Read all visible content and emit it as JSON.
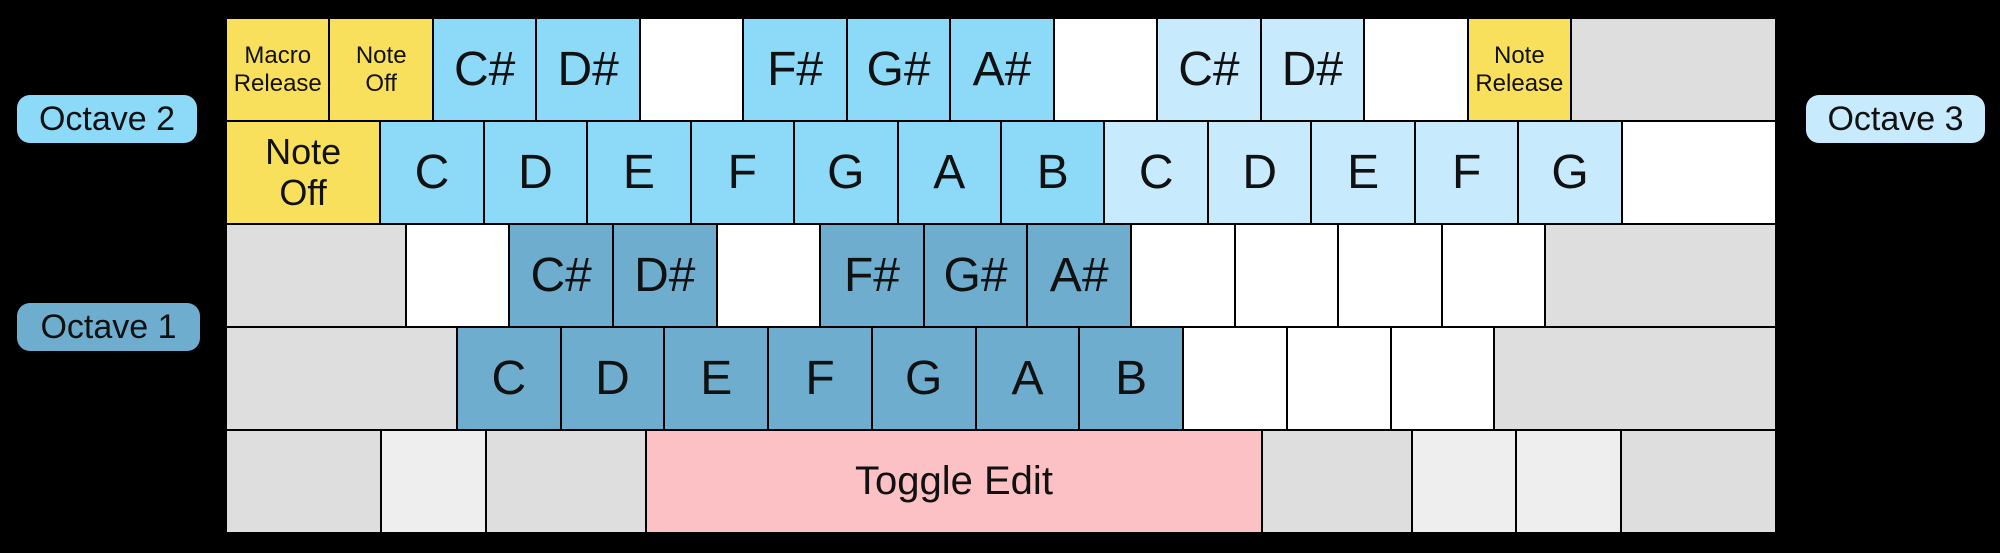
{
  "colors": {
    "background": "#000000",
    "yellow": "#f8e05c",
    "octave1": "#6fadce",
    "octave2": "#8cd9f8",
    "octave3": "#c7eafc",
    "gray": "#dedede",
    "gray_light": "#eeeeee",
    "pink": "#fcc1c4",
    "white": "#ffffff",
    "key_border": "#000000",
    "text": "#111111"
  },
  "octave_labels": {
    "octave2": {
      "text": "Octave 2",
      "color": "octave2",
      "side": "left"
    },
    "octave1": {
      "text": "Octave 1",
      "color": "octave1",
      "side": "left"
    },
    "octave3": {
      "text": "Octave 3",
      "color": "octave3",
      "side": "right"
    }
  },
  "keyboard": {
    "rows": [
      {
        "keys": [
          {
            "label": "Macro\nRelease",
            "color": "yellow",
            "units": 1,
            "size": "small"
          },
          {
            "label": "Note\nOff",
            "color": "yellow",
            "units": 1,
            "size": "small"
          },
          {
            "label": "C#",
            "color": "octave2",
            "units": 1,
            "size": "large"
          },
          {
            "label": "D#",
            "color": "octave2",
            "units": 1,
            "size": "large"
          },
          {
            "label": "",
            "color": "white",
            "units": 1,
            "size": "large"
          },
          {
            "label": "F#",
            "color": "octave2",
            "units": 1,
            "size": "large"
          },
          {
            "label": "G#",
            "color": "octave2",
            "units": 1,
            "size": "large"
          },
          {
            "label": "A#",
            "color": "octave2",
            "units": 1,
            "size": "large"
          },
          {
            "label": "",
            "color": "white",
            "units": 1,
            "size": "large"
          },
          {
            "label": "C#",
            "color": "octave3",
            "units": 1,
            "size": "large"
          },
          {
            "label": "D#",
            "color": "octave3",
            "units": 1,
            "size": "large"
          },
          {
            "label": "",
            "color": "white",
            "units": 1,
            "size": "large"
          },
          {
            "label": "Note\nRelease",
            "color": "yellow",
            "units": 1,
            "size": "small"
          },
          {
            "label": "",
            "color": "gray",
            "units": 2,
            "size": "large"
          }
        ]
      },
      {
        "keys": [
          {
            "label": "Note\nOff",
            "color": "yellow",
            "units": 1.5,
            "size": "medium"
          },
          {
            "label": "C",
            "color": "octave2",
            "units": 1,
            "size": "large"
          },
          {
            "label": "D",
            "color": "octave2",
            "units": 1,
            "size": "large"
          },
          {
            "label": "E",
            "color": "octave2",
            "units": 1,
            "size": "large"
          },
          {
            "label": "F",
            "color": "octave2",
            "units": 1,
            "size": "large"
          },
          {
            "label": "G",
            "color": "octave2",
            "units": 1,
            "size": "large"
          },
          {
            "label": "A",
            "color": "octave2",
            "units": 1,
            "size": "large"
          },
          {
            "label": "B",
            "color": "octave2",
            "units": 1,
            "size": "large"
          },
          {
            "label": "C",
            "color": "octave3",
            "units": 1,
            "size": "large"
          },
          {
            "label": "D",
            "color": "octave3",
            "units": 1,
            "size": "large"
          },
          {
            "label": "E",
            "color": "octave3",
            "units": 1,
            "size": "large"
          },
          {
            "label": "F",
            "color": "octave3",
            "units": 1,
            "size": "large"
          },
          {
            "label": "G",
            "color": "octave3",
            "units": 1,
            "size": "large"
          },
          {
            "label": "",
            "color": "white",
            "units": 1.5,
            "size": "large"
          }
        ]
      },
      {
        "keys": [
          {
            "label": "",
            "color": "gray",
            "units": 1.75,
            "size": "large"
          },
          {
            "label": "",
            "color": "white",
            "units": 1,
            "size": "large"
          },
          {
            "label": "C#",
            "color": "octave1",
            "units": 1,
            "size": "large"
          },
          {
            "label": "D#",
            "color": "octave1",
            "units": 1,
            "size": "large"
          },
          {
            "label": "",
            "color": "white",
            "units": 1,
            "size": "large"
          },
          {
            "label": "F#",
            "color": "octave1",
            "units": 1,
            "size": "large"
          },
          {
            "label": "G#",
            "color": "octave1",
            "units": 1,
            "size": "large"
          },
          {
            "label": "A#",
            "color": "octave1",
            "units": 1,
            "size": "large"
          },
          {
            "label": "",
            "color": "white",
            "units": 1,
            "size": "large"
          },
          {
            "label": "",
            "color": "white",
            "units": 1,
            "size": "large"
          },
          {
            "label": "",
            "color": "white",
            "units": 1,
            "size": "large"
          },
          {
            "label": "",
            "color": "white",
            "units": 1,
            "size": "large"
          },
          {
            "label": "",
            "color": "gray",
            "units": 2.25,
            "size": "large"
          }
        ]
      },
      {
        "keys": [
          {
            "label": "",
            "color": "gray",
            "units": 2.25,
            "size": "large"
          },
          {
            "label": "C",
            "color": "octave1",
            "units": 1,
            "size": "large"
          },
          {
            "label": "D",
            "color": "octave1",
            "units": 1,
            "size": "large"
          },
          {
            "label": "E",
            "color": "octave1",
            "units": 1,
            "size": "large"
          },
          {
            "label": "F",
            "color": "octave1",
            "units": 1,
            "size": "large"
          },
          {
            "label": "G",
            "color": "octave1",
            "units": 1,
            "size": "large"
          },
          {
            "label": "A",
            "color": "octave1",
            "units": 1,
            "size": "large"
          },
          {
            "label": "B",
            "color": "octave1",
            "units": 1,
            "size": "large"
          },
          {
            "label": "",
            "color": "white",
            "units": 1,
            "size": "large"
          },
          {
            "label": "",
            "color": "white",
            "units": 1,
            "size": "large"
          },
          {
            "label": "",
            "color": "white",
            "units": 1,
            "size": "large"
          },
          {
            "label": "",
            "color": "gray",
            "units": 2.75,
            "size": "large"
          }
        ]
      },
      {
        "keys": [
          {
            "label": "",
            "color": "gray",
            "units": 1.5,
            "size": "large"
          },
          {
            "label": "",
            "color": "gray_light",
            "units": 1,
            "size": "large"
          },
          {
            "label": "",
            "color": "gray",
            "units": 1.55,
            "size": "large"
          },
          {
            "label": "Toggle Edit",
            "color": "pink",
            "units": 6,
            "size": "mlarge"
          },
          {
            "label": "",
            "color": "gray",
            "units": 1.45,
            "size": "large"
          },
          {
            "label": "",
            "color": "gray_light",
            "units": 1,
            "size": "large"
          },
          {
            "label": "",
            "color": "gray_light",
            "units": 1,
            "size": "large"
          },
          {
            "label": "",
            "color": "gray",
            "units": 1.5,
            "size": "large"
          }
        ]
      }
    ]
  }
}
